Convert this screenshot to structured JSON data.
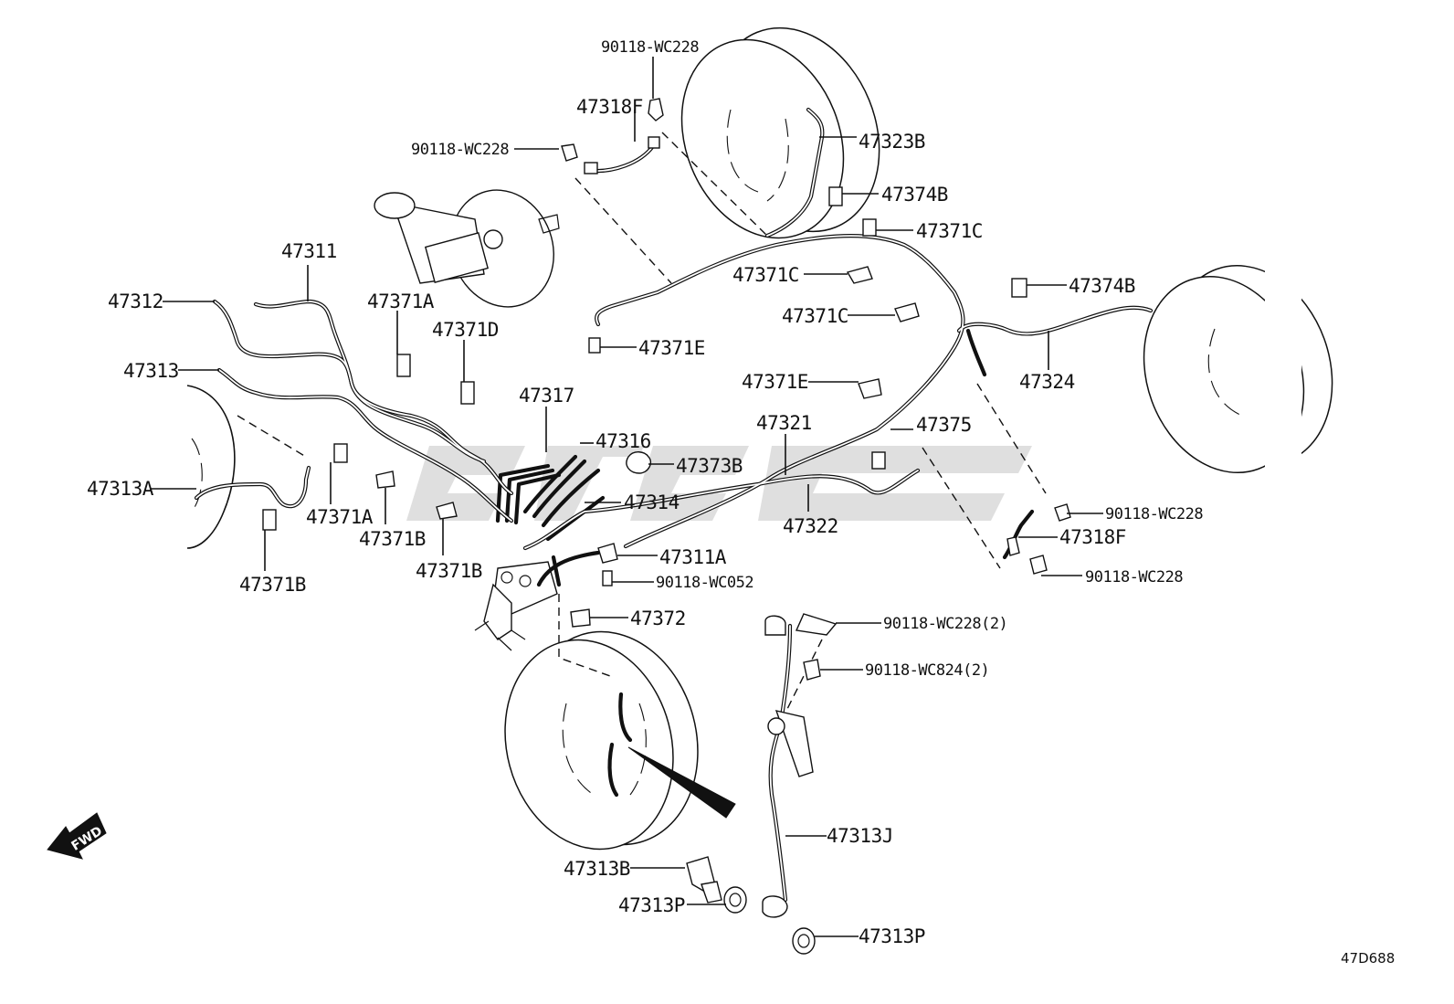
{
  "diagram_code": "47D688",
  "direction_label": "FWD",
  "labels": {
    "l_90118_wc228_top": "90118-WC228",
    "l_47318f_top": "47318F",
    "l_90118_wc228_left": "90118-WC228",
    "l_47323b": "47323B",
    "l_47374b_a": "47374B",
    "l_47371c_a": "47371C",
    "l_47311": "47311",
    "l_47312": "47312",
    "l_47371a_top": "47371A",
    "l_47371d": "47371D",
    "l_47371c_b": "47371C",
    "l_47374b_b": "47374B",
    "l_47371c_c": "47371C",
    "l_47371e_a": "47371E",
    "l_47313": "47313",
    "l_47324": "47324",
    "l_47371e_b": "47371E",
    "l_47317": "47317",
    "l_47321": "47321",
    "l_47375": "47375",
    "l_47316": "47316",
    "l_47373b": "47373B",
    "l_47313a": "47313A",
    "l_47314": "47314",
    "l_47322": "47322",
    "l_90118_wc228_r1": "90118-WC228",
    "l_47371a_bot": "47371A",
    "l_47318f_right": "47318F",
    "l_47371b_a": "47371B",
    "l_47311a": "47311A",
    "l_90118_wc228_r2": "90118-WC228",
    "l_47371b_b": "47371B",
    "l_90118_wc052": "90118-WC052",
    "l_47371b_c": "47371B",
    "l_47372": "47372",
    "l_90118_wc228_2": "90118-WC228(2)",
    "l_90118_wc824_2": "90118-WC824(2)",
    "l_47313j": "47313J",
    "l_47313b": "47313B",
    "l_47313p_a": "47313P",
    "l_47313p_b": "47313P"
  }
}
